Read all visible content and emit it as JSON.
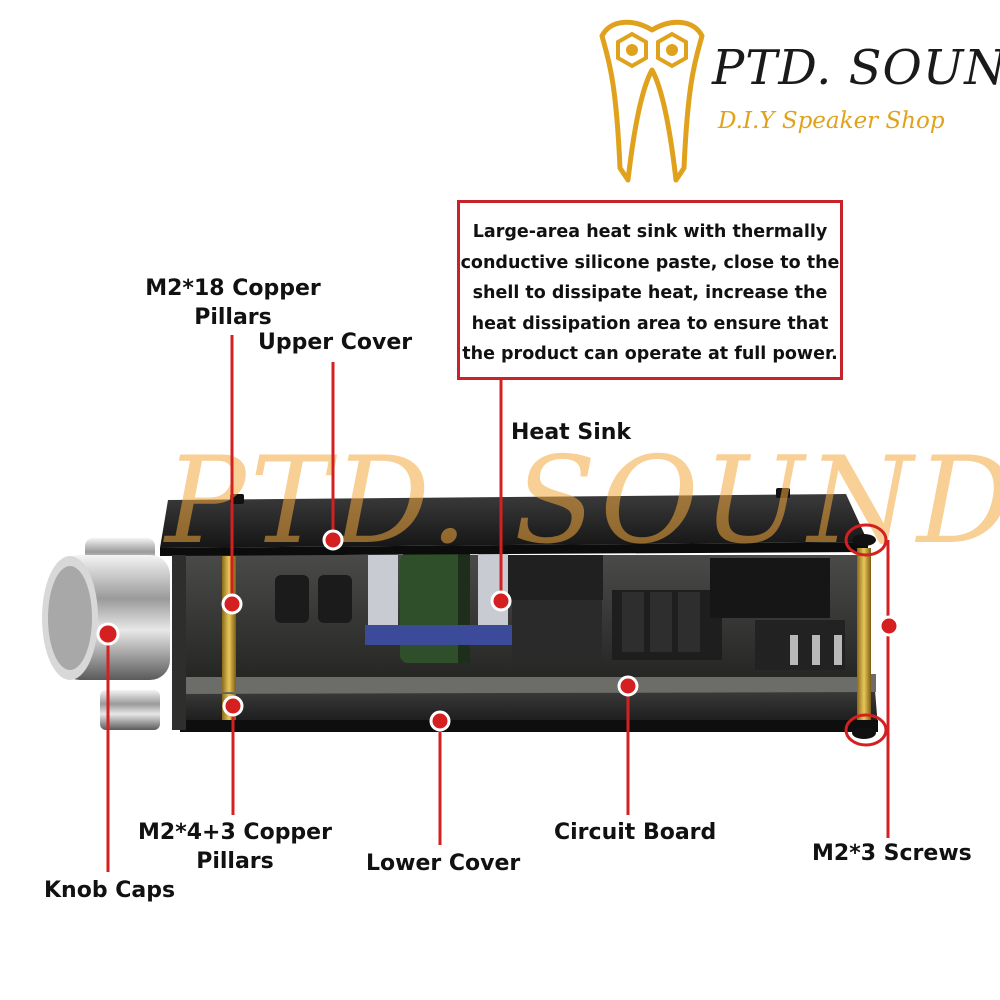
{
  "brand": {
    "name": "PTD. SOUND",
    "tagline": "D.I.Y Speaker Shop",
    "watermark": "PTD. SOUND",
    "accent_color": "#e0a21c",
    "logo_icon": "owl-logo-icon"
  },
  "callout": {
    "lines": [
      "Large-area heat sink with thermally",
      "conductive silicone paste, close to the",
      "shell to dissipate heat, increase the",
      "heat dissipation area to ensure that",
      "the product can operate at full power."
    ],
    "border_color": "#c8232a"
  },
  "labels": {
    "copper_18": {
      "line1": "M2*18 Copper",
      "line2": "Pillars"
    },
    "upper_cover": "Upper Cover",
    "heat_sink": "Heat Sink",
    "copper_4_3": {
      "line1": "M2*4+3 Copper",
      "line2": "Pillars"
    },
    "lower_cover": "Lower Cover",
    "circuit_board": "Circuit Board",
    "screws": "M2*3 Screws",
    "knob_caps": "Knob Caps"
  },
  "marker_color": "#d42020"
}
